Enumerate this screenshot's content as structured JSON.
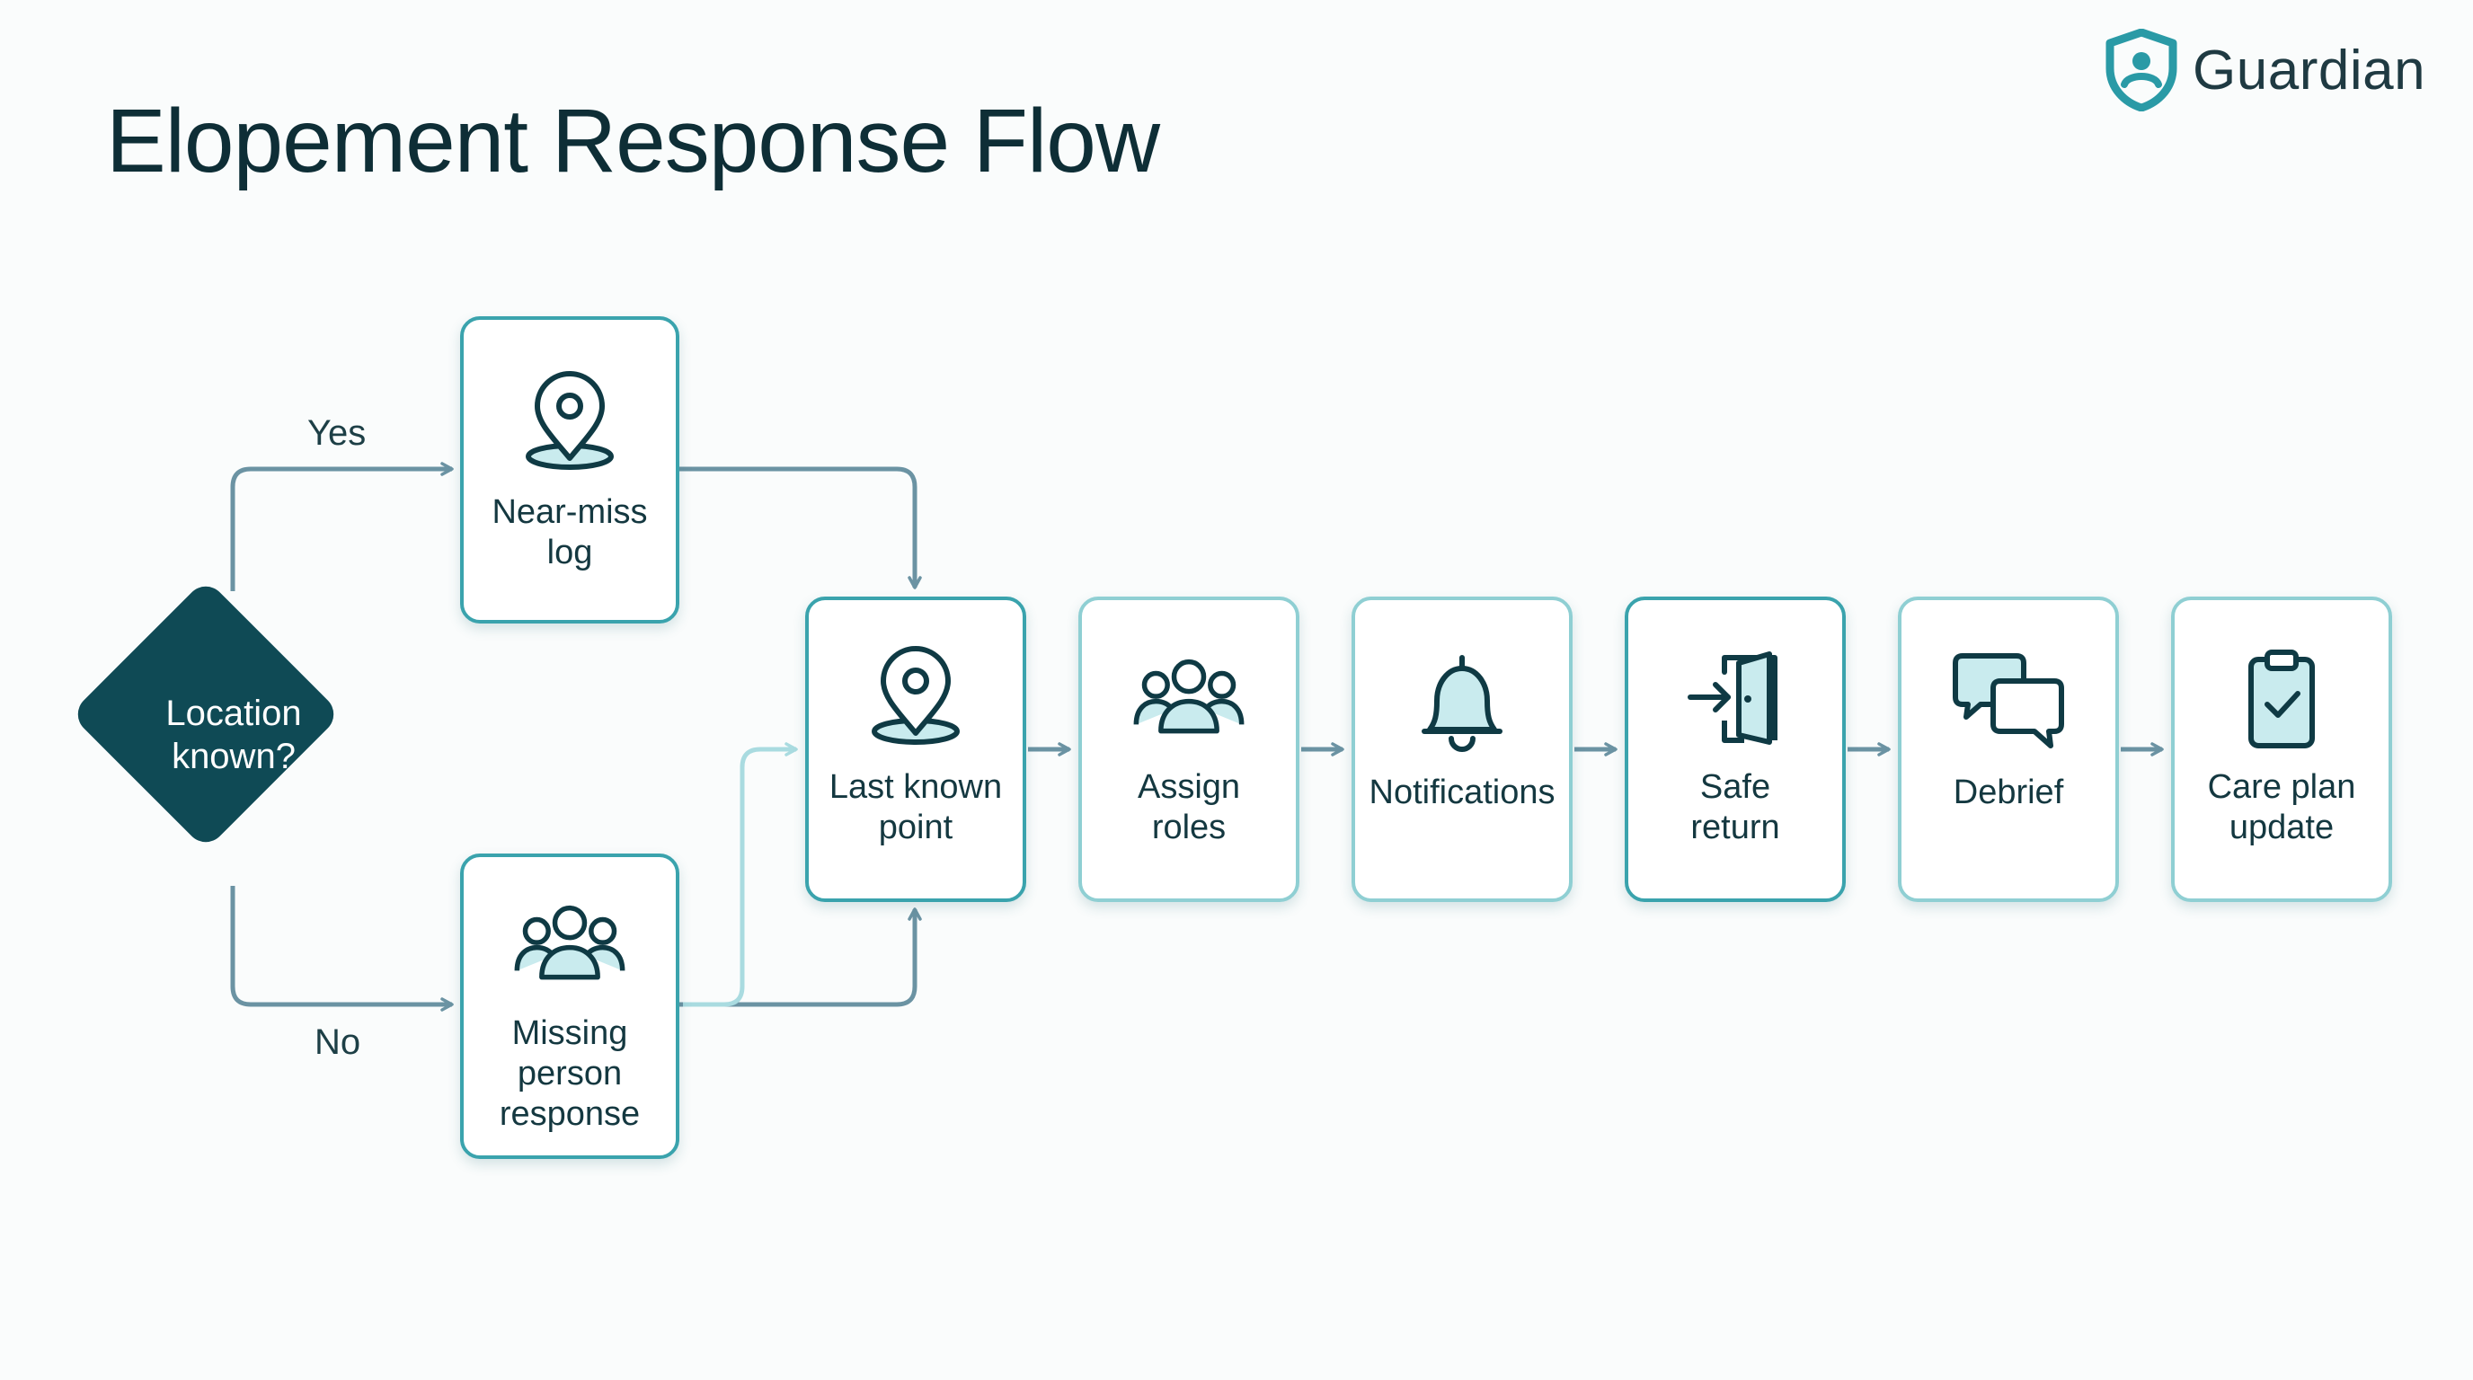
{
  "title": "Elopement Response Flow",
  "brand": {
    "name": "Guardian",
    "logo_icon": "shield-person-icon"
  },
  "decision": {
    "label_line1": "Location",
    "label_line2": "known?",
    "fill": "#0f4a55"
  },
  "branches": {
    "yes": "Yes",
    "no": "No"
  },
  "nodes": {
    "near_miss": {
      "line1": "Near-miss",
      "line2": "log",
      "icon": "map-pin-icon"
    },
    "missing_person": {
      "line1": "Missing",
      "line2": "person",
      "line3": "response",
      "icon": "people-group-icon"
    },
    "steps": [
      {
        "line1": "Last known",
        "line2": "point",
        "icon": "map-pin-icon"
      },
      {
        "line1": "Assign",
        "line2": "roles",
        "icon": "people-group-icon"
      },
      {
        "line1": "Notifications",
        "line2": "",
        "icon": "bell-icon"
      },
      {
        "line1": "Safe",
        "line2": "return",
        "icon": "door-enter-icon"
      },
      {
        "line1": "Debrief",
        "line2": "",
        "icon": "chat-bubbles-icon"
      },
      {
        "line1": "Care plan",
        "line2": "update",
        "icon": "clipboard-check-icon"
      }
    ]
  },
  "colors": {
    "border": "#3aa3ad",
    "border_light": "#8fcfd3",
    "connector": "#6b93a3",
    "connector_light": "#a9dbe0",
    "icon_stroke": "#0f3a44",
    "icon_fill": "#c9ebee"
  }
}
